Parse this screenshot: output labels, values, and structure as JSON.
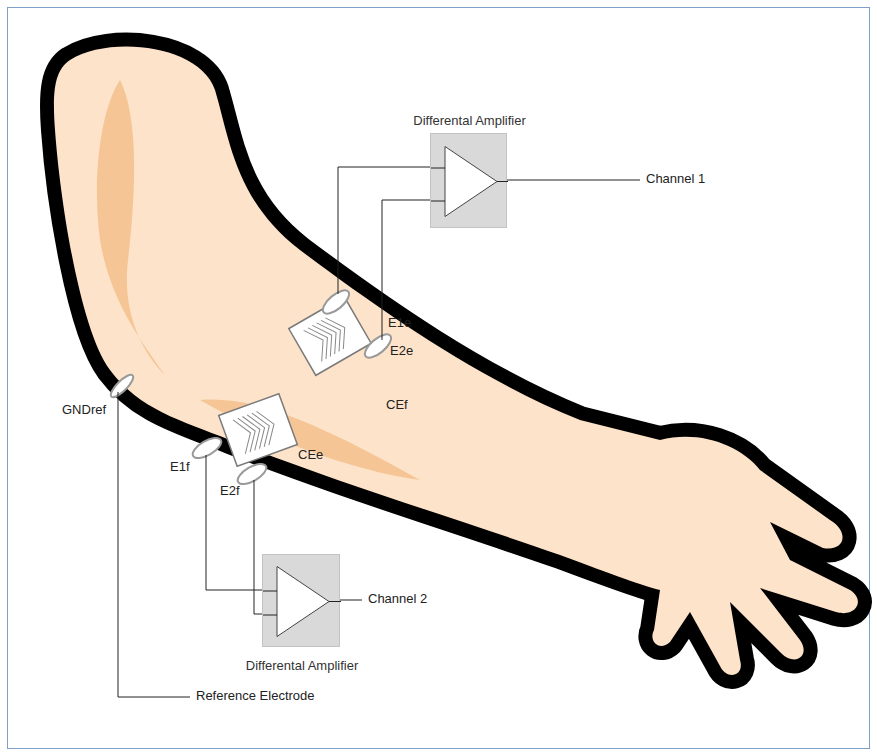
{
  "diagram": {
    "nodes": [
      {
        "text": [
          "Differental Amplifier"
        ]
      },
      {
        "text": [
          "Differental Amplifier"
        ]
      }
    ],
    "labels": [
      "Channel 1",
      "E1e",
      "E2e",
      "CEf",
      "GNDref",
      "E1f",
      "CEe",
      "E2f",
      "Channel 2",
      "Reference Electrode"
    ]
  }
}
